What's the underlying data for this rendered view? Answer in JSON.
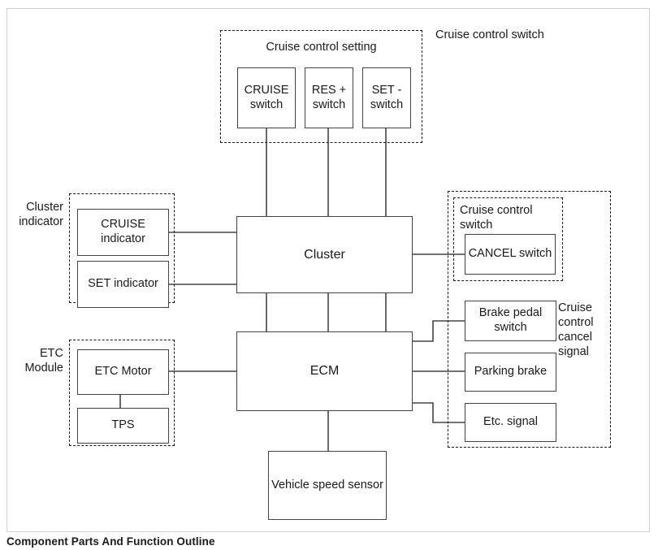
{
  "diagram": {
    "title_caption": "Component Parts And Function Outline",
    "groups": {
      "cruise_control_setting": "Cruise control setting",
      "cruise_control_switch_top": "Cruise control switch",
      "cluster_indicator": "Cluster\nindicator",
      "etc_module": "ETC\nModule",
      "cruise_control_switch_right": "Cruise control\nswitch",
      "cruise_control_cancel_signal": "Cruise\ncontrol\ncancel\nsignal"
    },
    "nodes": {
      "cruise_switch": "CRUISE\nswitch",
      "res_switch": "RES +\nswitch",
      "set_switch": "SET -\nswitch",
      "cruise_indicator": "CRUISE\nindicator",
      "set_indicator": "SET\nindicator",
      "cluster": "Cluster",
      "cancel_switch": "CANCEL\nswitch",
      "ecm": "ECM",
      "etc_motor": "ETC\nMotor",
      "tps": "TPS",
      "brake_pedal_switch": "Brake pedal\nswitch",
      "parking_brake": "Parking brake",
      "etc_signal": "Etc. signal",
      "vehicle_speed_sensor": "Vehicle speed\nsensor"
    },
    "colors": {
      "line": "#444444",
      "dash": "#1a1a1a",
      "frame": "#d2d2d2",
      "text": "#1a1a1a",
      "background": "#ffffff"
    }
  }
}
